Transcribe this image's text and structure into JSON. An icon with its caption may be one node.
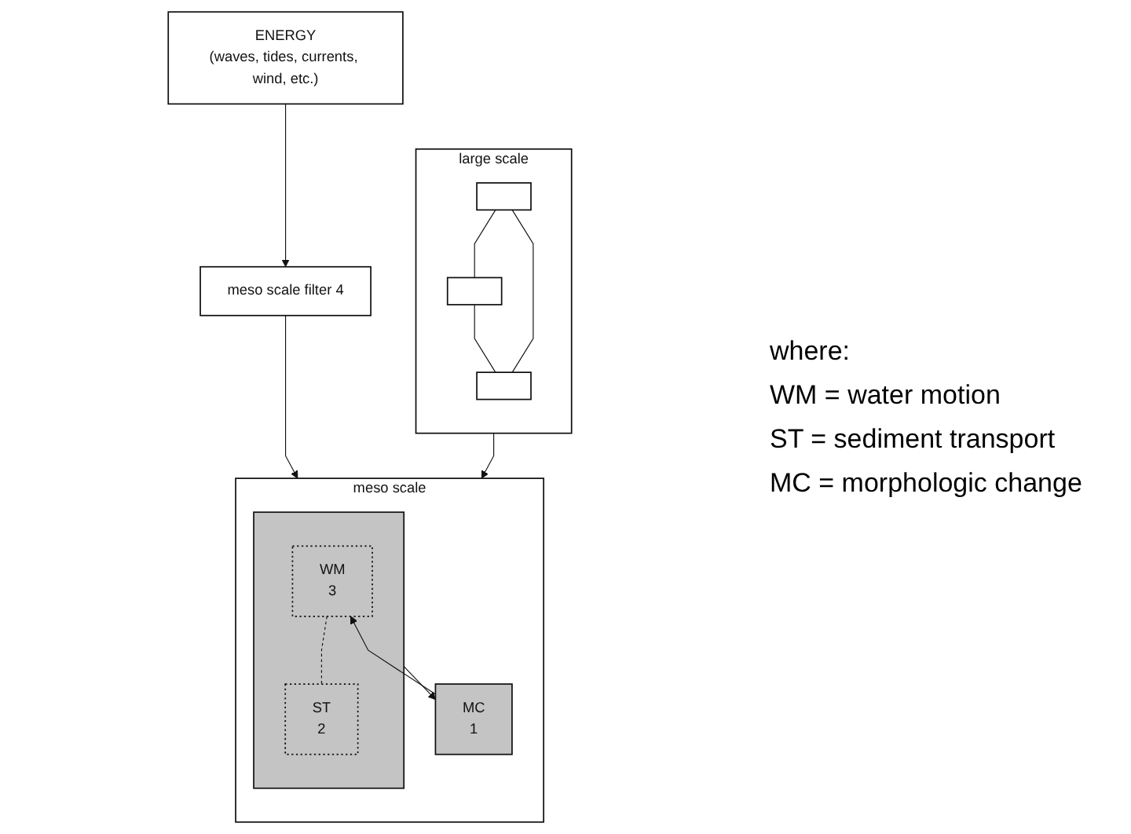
{
  "diagram": {
    "nodes": [
      {
        "text": [
          "ENERGY",
          "(waves, tides, currents, wind, etc.)"
        ]
      },
      {
        "text": [
          "meso scale filter 4"
        ]
      },
      {
        "text": [
          "large scale"
        ]
      },
      {
        "text": [],
        "shape": "box",
        "in": 2
      },
      {
        "text": [],
        "shape": "box",
        "in": 2
      },
      {
        "text": [],
        "shape": "box",
        "in": 2
      },
      {
        "text": [
          "meso scale"
        ]
      },
      {
        "text": [],
        "shape": "box",
        "in": 6
      },
      {
        "text": [
          "WM",
          "3"
        ],
        "in": 7
      },
      {
        "text": [
          "ST",
          "2"
        ],
        "in": 7
      },
      {
        "text": [
          "MC",
          "1"
        ],
        "in": 6
      }
    ],
    "edges": [
      {
        "from": 0,
        "to": 1,
        "arrow": "to"
      },
      {
        "from": 1,
        "to": 6,
        "arrow": "to"
      },
      {
        "from": 2,
        "to": 6,
        "arrow": "to"
      },
      {
        "from": 3,
        "to": 4,
        "arrow": "none"
      },
      {
        "from": 4,
        "to": 5,
        "arrow": "none"
      },
      {
        "from": 3,
        "to": 5,
        "arrow": "none"
      },
      {
        "from": 8,
        "to": 9,
        "arrow": "none",
        "style": "dashed"
      },
      {
        "from": 7,
        "to": 10,
        "arrow": "to"
      },
      {
        "from": 10,
        "to": 8,
        "arrow": "to"
      }
    ],
    "labels": [
      "where:",
      "WM = water motion",
      "ST = sediment transport",
      "MC = morphologic change"
    ]
  }
}
